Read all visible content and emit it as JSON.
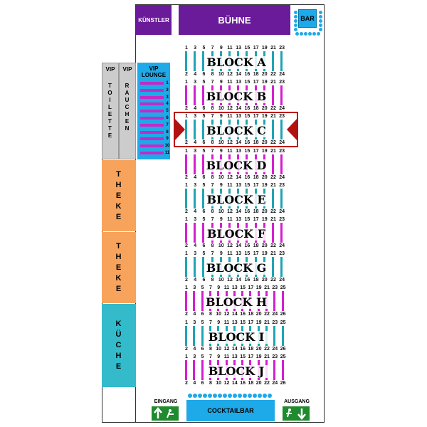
{
  "stage": {
    "artist_label": "KÜNSTLER",
    "stage_label": "BÜHNE",
    "bar_label": "BAR"
  },
  "vip": {
    "vip1": "VIP",
    "vip2": "VIP",
    "lounge": "VIP LOUNGE",
    "toilet": "TOILETTE",
    "smoking": "RAUCHEN",
    "lounge_numbers": [
      "1",
      "2",
      "3",
      "4",
      "5",
      "6",
      "7",
      "8",
      "9",
      "10",
      "11"
    ]
  },
  "left": {
    "theke1": "THEKE",
    "theke2": "THEKE",
    "kitchen": "KÜCHE"
  },
  "bottom": {
    "entrance": "EINGANG",
    "exit": "AUSGANG",
    "cocktailbar": "COCKTAILBAR"
  },
  "blocks": [
    {
      "label": "BLOCK A",
      "color": "teal",
      "odd": [
        "1",
        "3",
        "5",
        "7",
        "9",
        "11",
        "13",
        "15",
        "17",
        "19",
        "21",
        "23"
      ],
      "even": [
        "2",
        "4",
        "6",
        "8",
        "10",
        "12",
        "14",
        "16",
        "18",
        "20",
        "22",
        "24"
      ]
    },
    {
      "label": "BLOCK B",
      "color": "magenta",
      "odd": [
        "1",
        "3",
        "5",
        "7",
        "9",
        "11",
        "13",
        "15",
        "17",
        "19",
        "21",
        "23"
      ],
      "even": [
        "2",
        "4",
        "6",
        "8",
        "10",
        "12",
        "14",
        "16",
        "18",
        "20",
        "22",
        "24"
      ]
    },
    {
      "label": "BLOCK C",
      "color": "teal",
      "odd": [
        "1",
        "3",
        "5",
        "7",
        "9",
        "11",
        "13",
        "15",
        "17",
        "19",
        "21",
        "23"
      ],
      "even": [
        "2",
        "4",
        "6",
        "8",
        "10",
        "12",
        "14",
        "16",
        "18",
        "20",
        "22",
        "24"
      ]
    },
    {
      "label": "BLOCK D",
      "color": "magenta",
      "odd": [
        "1",
        "3",
        "5",
        "7",
        "9",
        "11",
        "13",
        "15",
        "17",
        "19",
        "21",
        "23"
      ],
      "even": [
        "2",
        "4",
        "6",
        "8",
        "10",
        "12",
        "14",
        "16",
        "18",
        "20",
        "22",
        "24"
      ]
    },
    {
      "label": "BLOCK E",
      "color": "teal",
      "odd": [
        "1",
        "3",
        "5",
        "7",
        "9",
        "11",
        "13",
        "15",
        "17",
        "19",
        "21",
        "23"
      ],
      "even": [
        "2",
        "4",
        "6",
        "8",
        "10",
        "12",
        "14",
        "16",
        "18",
        "20",
        "22",
        "24"
      ]
    },
    {
      "label": "BLOCK F",
      "color": "magenta",
      "odd": [
        "1",
        "3",
        "5",
        "7",
        "9",
        "11",
        "13",
        "15",
        "17",
        "19",
        "21",
        "23"
      ],
      "even": [
        "2",
        "4",
        "6",
        "8",
        "10",
        "12",
        "14",
        "16",
        "18",
        "20",
        "22",
        "24"
      ]
    },
    {
      "label": "BLOCK G",
      "color": "teal",
      "odd": [
        "1",
        "3",
        "5",
        "7",
        "9",
        "11",
        "13",
        "15",
        "17",
        "19",
        "21",
        "23"
      ],
      "even": [
        "2",
        "4",
        "6",
        "8",
        "10",
        "12",
        "14",
        "16",
        "18",
        "20",
        "22",
        "24"
      ]
    },
    {
      "label": "BLOCK H",
      "color": "magenta",
      "odd": [
        "1",
        "3",
        "5",
        "7",
        "9",
        "11",
        "13",
        "15",
        "17",
        "19",
        "21",
        "23",
        "25"
      ],
      "even": [
        "2",
        "4",
        "6",
        "8",
        "10",
        "12",
        "14",
        "16",
        "18",
        "20",
        "22",
        "24",
        "26"
      ]
    },
    {
      "label": "BLOCK I",
      "color": "teal",
      "odd": [
        "1",
        "3",
        "5",
        "7",
        "9",
        "11",
        "13",
        "15",
        "17",
        "19",
        "21",
        "23",
        "25"
      ],
      "even": [
        "2",
        "4",
        "6",
        "8",
        "10",
        "12",
        "14",
        "16",
        "18",
        "20",
        "22",
        "24",
        "26"
      ]
    },
    {
      "label": "BLOCK J",
      "color": "magenta",
      "odd": [
        "1",
        "3",
        "5",
        "7",
        "9",
        "11",
        "13",
        "15",
        "17",
        "19",
        "21",
        "23",
        "25"
      ],
      "even": [
        "2",
        "4",
        "6",
        "8",
        "10",
        "12",
        "14",
        "16",
        "18",
        "20",
        "22",
        "24",
        "26"
      ]
    }
  ],
  "selected_block": "BLOCK C",
  "colors": {
    "purple": "#6a1b9a",
    "cyan": "#1ea9e8",
    "teal": "#20a4b4",
    "magenta": "#d41fd0",
    "orange": "#f7a35c",
    "green": "#1f8a2e",
    "highlight": "#b11111"
  }
}
